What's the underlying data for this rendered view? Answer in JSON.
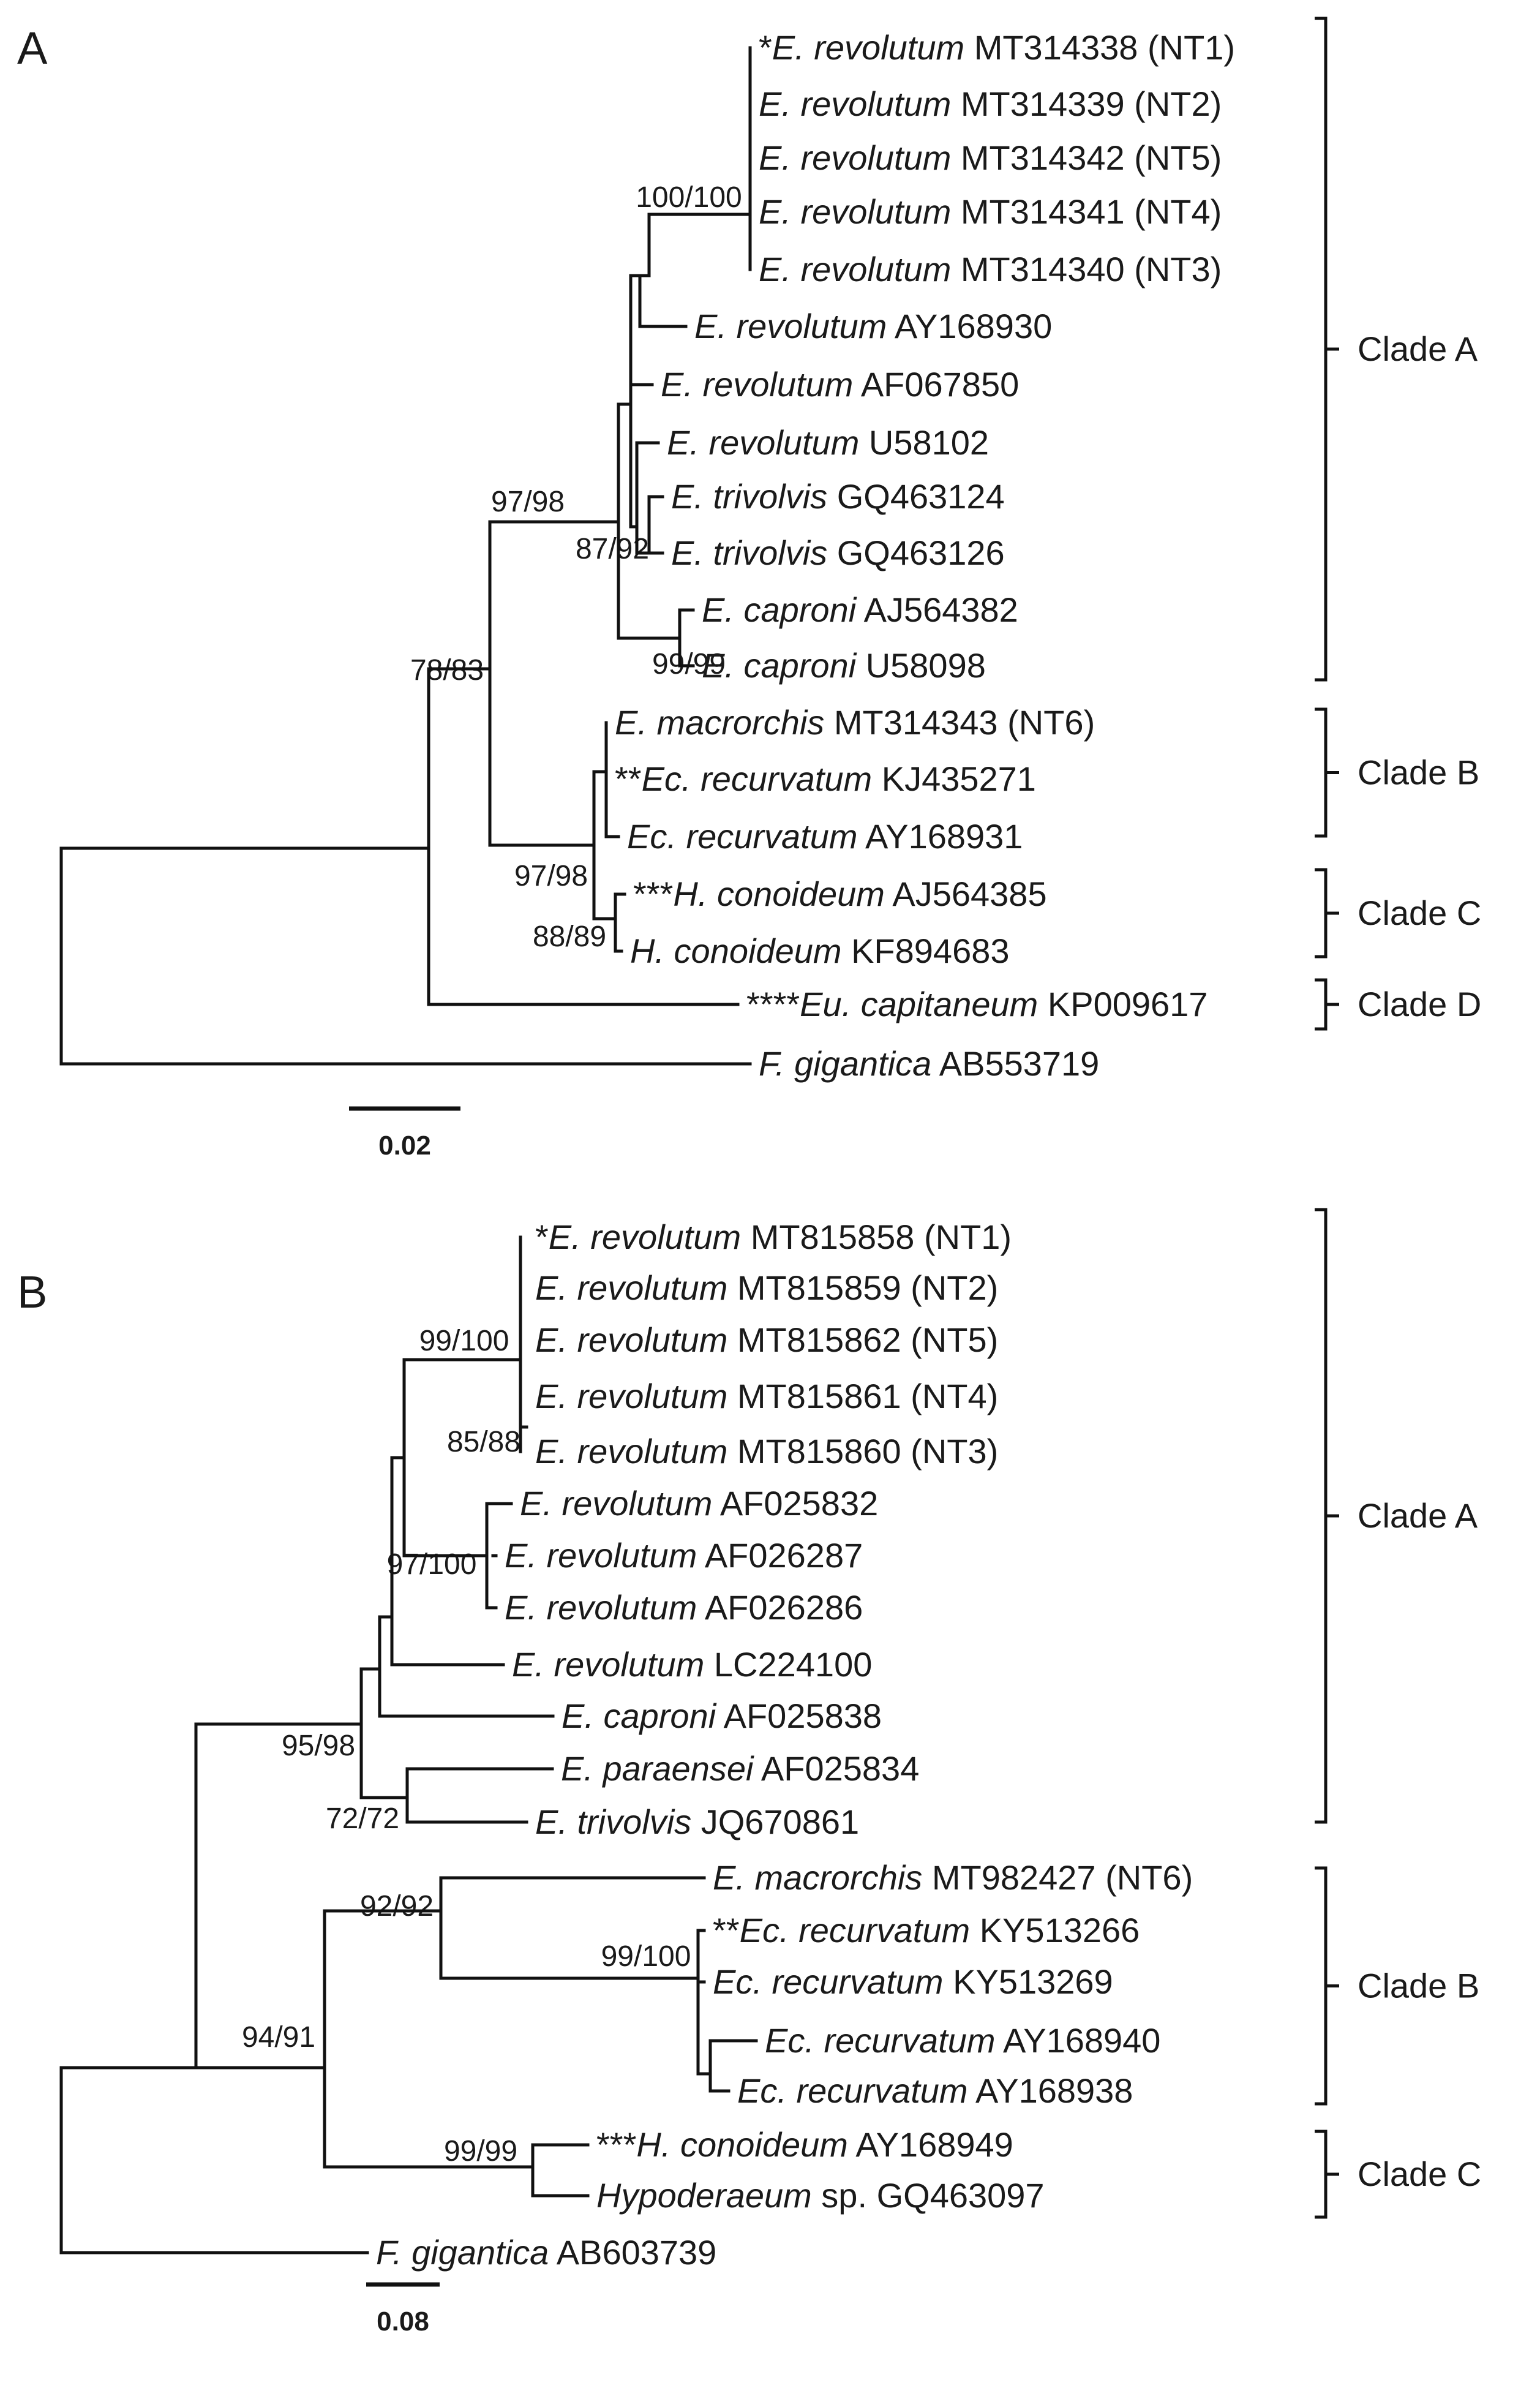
{
  "panels": [
    {
      "letter": "A",
      "scale": "0.02",
      "leaves": [
        {
          "prefix": "*",
          "genus": "E.",
          "species": "revolutum",
          "accession": "MT314338",
          "note": "(NT1)"
        },
        {
          "prefix": "",
          "genus": "E.",
          "species": "revolutum",
          "accession": "MT314339",
          "note": "(NT2)"
        },
        {
          "prefix": "",
          "genus": "E.",
          "species": "revolutum",
          "accession": "MT314342",
          "note": "(NT5)"
        },
        {
          "prefix": "",
          "genus": "E.",
          "species": "revolutum",
          "accession": "MT314341",
          "note": "(NT4)"
        },
        {
          "prefix": "",
          "genus": "E.",
          "species": "revolutum",
          "accession": "MT314340",
          "note": "(NT3)"
        },
        {
          "prefix": "",
          "genus": "E.",
          "species": "revolutum",
          "accession": "AY168930",
          "note": ""
        },
        {
          "prefix": "",
          "genus": "E.",
          "species": "revolutum",
          "accession": "AF067850",
          "note": ""
        },
        {
          "prefix": "",
          "genus": "E.",
          "species": "revolutum",
          "accession": "U58102",
          "note": ""
        },
        {
          "prefix": "",
          "genus": "E.",
          "species": "trivolvis",
          "accession": "GQ463124",
          "note": ""
        },
        {
          "prefix": "",
          "genus": "E.",
          "species": "trivolvis",
          "accession": "GQ463126",
          "note": ""
        },
        {
          "prefix": "",
          "genus": "E.",
          "species": "caproni",
          "accession": "AJ564382",
          "note": ""
        },
        {
          "prefix": "",
          "genus": "E.",
          "species": "caproni",
          "accession": "U58098",
          "note": ""
        },
        {
          "prefix": "",
          "genus": "E.",
          "species": "macrorchis",
          "accession": "MT314343",
          "note": "(NT6)"
        },
        {
          "prefix": "**",
          "genus": "Ec.",
          "species": "recurvatum",
          "accession": "KJ435271",
          "note": ""
        },
        {
          "prefix": "",
          "genus": "Ec.",
          "species": "recurvatum",
          "accession": "AY168931",
          "note": ""
        },
        {
          "prefix": "***",
          "genus": "H.",
          "species": "conoideum",
          "accession": "AJ564385",
          "note": ""
        },
        {
          "prefix": "",
          "genus": "H.",
          "species": "conoideum",
          "accession": "KF894683",
          "note": ""
        },
        {
          "prefix": "****",
          "genus": "Eu.",
          "species": "capitaneum",
          "accession": "KP009617",
          "note": ""
        },
        {
          "prefix": "",
          "genus": "F.",
          "species": "gigantica",
          "accession": "AB553719",
          "note": ""
        }
      ],
      "supports": [
        "100/100",
        "97/98",
        "87/92",
        "99/99",
        "78/83",
        "97/98",
        "88/89"
      ],
      "clades": [
        "Clade A",
        "Clade B",
        "Clade C",
        "Clade D"
      ]
    },
    {
      "letter": "B",
      "scale": "0.08",
      "leaves": [
        {
          "prefix": "*",
          "genus": "E.",
          "species": "revolutum",
          "accession": "MT815858",
          "note": "(NT1)"
        },
        {
          "prefix": "",
          "genus": "E.",
          "species": "revolutum",
          "accession": "MT815859",
          "note": "(NT2)"
        },
        {
          "prefix": "",
          "genus": "E.",
          "species": "revolutum",
          "accession": "MT815862",
          "note": "(NT5)"
        },
        {
          "prefix": "",
          "genus": "E.",
          "species": "revolutum",
          "accession": "MT815861",
          "note": "(NT4)"
        },
        {
          "prefix": "",
          "genus": "E.",
          "species": "revolutum",
          "accession": "MT815860",
          "note": "(NT3)"
        },
        {
          "prefix": "",
          "genus": "E.",
          "species": "revolutum",
          "accession": "AF025832",
          "note": ""
        },
        {
          "prefix": "",
          "genus": "E.",
          "species": "revolutum",
          "accession": "AF026287",
          "note": ""
        },
        {
          "prefix": "",
          "genus": "E.",
          "species": "revolutum",
          "accession": "AF026286",
          "note": ""
        },
        {
          "prefix": "",
          "genus": "E.",
          "species": "revolutum",
          "accession": "LC224100",
          "note": ""
        },
        {
          "prefix": "",
          "genus": "E.",
          "species": "caproni",
          "accession": "AF025838",
          "note": ""
        },
        {
          "prefix": "",
          "genus": "E.",
          "species": "paraensei",
          "accession": "AF025834",
          "note": ""
        },
        {
          "prefix": "",
          "genus": "E.",
          "species": "trivolvis",
          "accession": "JQ670861",
          "note": ""
        },
        {
          "prefix": "",
          "genus": "E.",
          "species": "macrorchis",
          "accession": "MT982427",
          "note": "(NT6)"
        },
        {
          "prefix": "**",
          "genus": "Ec.",
          "species": "recurvatum",
          "accession": "KY513266",
          "note": ""
        },
        {
          "prefix": "",
          "genus": "Ec.",
          "species": "recurvatum",
          "accession": "KY513269",
          "note": ""
        },
        {
          "prefix": "",
          "genus": "Ec.",
          "species": "recurvatum",
          "accession": "AY168940",
          "note": ""
        },
        {
          "prefix": "",
          "genus": "Ec.",
          "species": "recurvatum",
          "accession": "AY168938",
          "note": ""
        },
        {
          "prefix": "***",
          "genus": "H.",
          "species": "conoideum",
          "accession": "AY168949",
          "note": ""
        },
        {
          "prefix": "",
          "genus": "Hypoderaeum",
          "species": "",
          "accession": "sp. GQ463097",
          "note": ""
        },
        {
          "prefix": "",
          "genus": "F.",
          "species": "gigantica",
          "accession": "AB603739",
          "note": ""
        }
      ],
      "supports": [
        "99/100",
        "85/88",
        "97/100",
        "95/98",
        "72/72",
        "92/92",
        "99/100",
        "94/91",
        "99/99"
      ],
      "clades": [
        "Clade A",
        "Clade B",
        "Clade C"
      ]
    }
  ]
}
